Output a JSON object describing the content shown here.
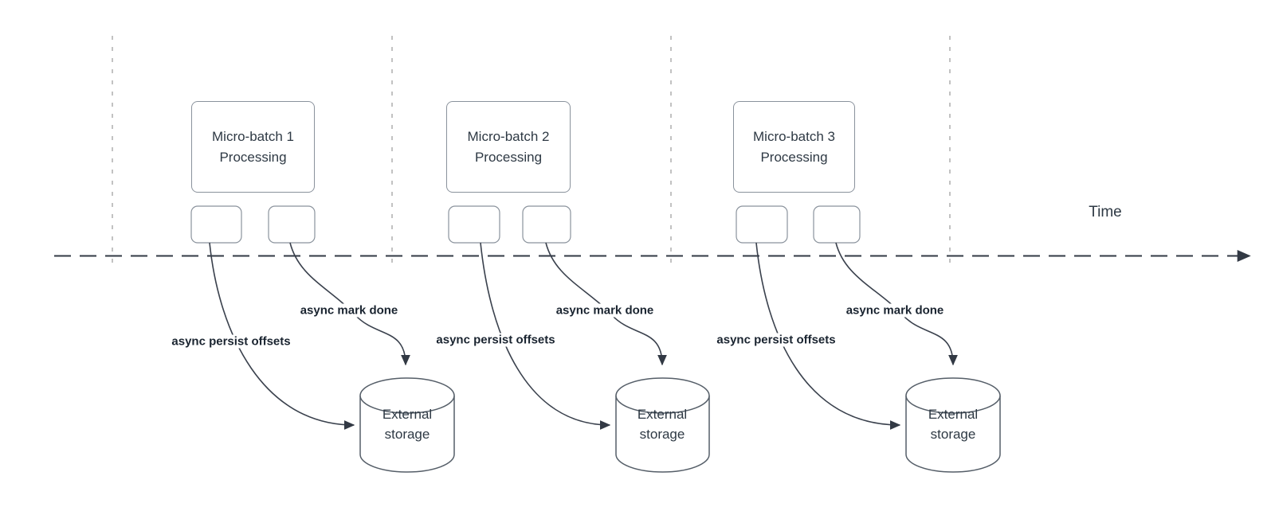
{
  "diagram": {
    "axis": {
      "label": "Time"
    },
    "batches": [
      {
        "title_line1": "Micro-batch 1",
        "title_line2": "Processing",
        "persist_label": "async persist offsets",
        "done_label": "async mark done",
        "storage_label": "External storage"
      },
      {
        "title_line1": "Micro-batch 2",
        "title_line2": "Processing",
        "persist_label": "async persist offsets",
        "done_label": "async mark done",
        "storage_label": "External storage"
      },
      {
        "title_line1": "Micro-batch 3",
        "title_line2": "Processing",
        "persist_label": "async persist offsets",
        "done_label": "async mark done",
        "storage_label": "External storage"
      }
    ],
    "colors": {
      "background": "#ffffff",
      "node_border": "#8a929c",
      "cylinder_border": "#555e68",
      "guide_line": "#b3b3b3",
      "timeline": "#323944",
      "arrow": "#3a414d",
      "node_text": "#2e3944",
      "edge_label_text": "#1a2430"
    }
  }
}
